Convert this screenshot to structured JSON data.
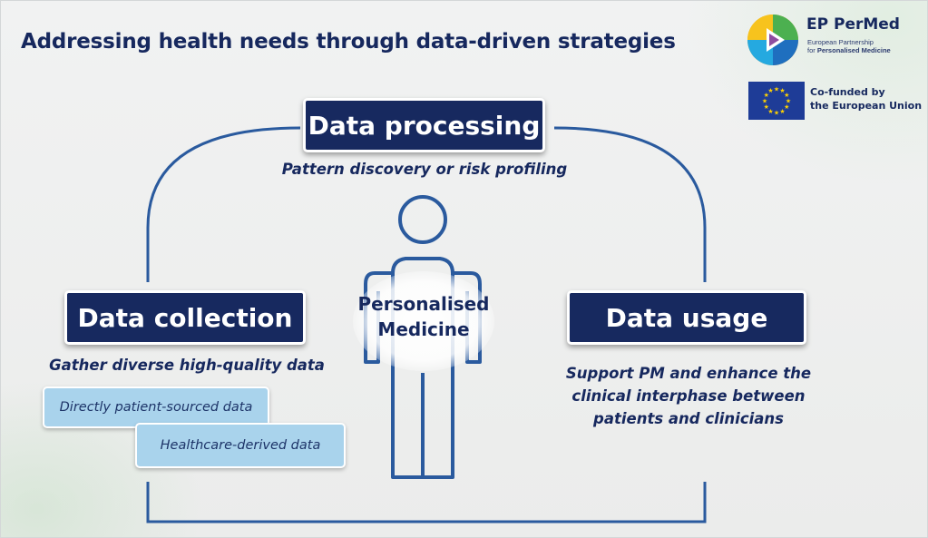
{
  "header": {
    "title": "Addressing health needs through data-driven strategies"
  },
  "logos": {
    "permed_name": "EP PerMed",
    "permed_subtitle_line1": "European Partnership",
    "permed_subtitle_line2_prefix": "for ",
    "permed_subtitle_line2_bold": "Personalised Medicine",
    "eu_line1": "Co-funded by",
    "eu_line2": "the European Union"
  },
  "diagram": {
    "center_line1": "Personalised",
    "center_line2": "Medicine",
    "stages": {
      "processing": {
        "label": "Data processing",
        "caption": "Pattern discovery or risk profiling"
      },
      "collection": {
        "label": "Data collection",
        "caption": "Gather diverse high-quality data",
        "sources": [
          "Directly patient-sourced data",
          "Healthcare-derived data"
        ]
      },
      "usage": {
        "label": "Data usage",
        "caption_line1": "Support PM and enhance the",
        "caption_line2": "clinical interphase between",
        "caption_line3": "patients and clinicians"
      }
    }
  },
  "colors": {
    "navy": "#17295f",
    "chip_blue": "#a9d3ec",
    "line_blue": "#2a5a9e",
    "eu_blue": "#1e3c97",
    "eu_star": "#ffd200"
  }
}
